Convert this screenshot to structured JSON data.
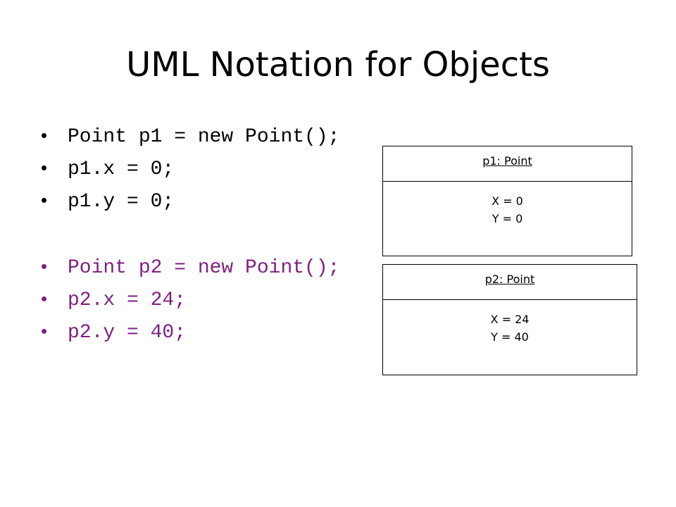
{
  "title": "UML Notation for Objects",
  "bullet_glyph": "•",
  "code_lines": [
    {
      "text": "Point p1 = new Point();",
      "color": "#000000"
    },
    {
      "text": "p1.x = 0;",
      "color": "#000000"
    },
    {
      "text": "p1.y = 0;",
      "color": "#000000"
    },
    {
      "text": "Point p2 = new Point();",
      "color": "#7f1f7f"
    },
    {
      "text": "p2.x = 24;",
      "color": "#7f1f7f"
    },
    {
      "text": "p2.y = 40;",
      "color": "#7f1f7f"
    }
  ],
  "objects": [
    {
      "name": "p1: Point",
      "attributes": [
        "X = 0",
        "Y = 0"
      ]
    },
    {
      "name": "p2: Point",
      "attributes": [
        "X = 24",
        "Y = 40"
      ]
    }
  ]
}
